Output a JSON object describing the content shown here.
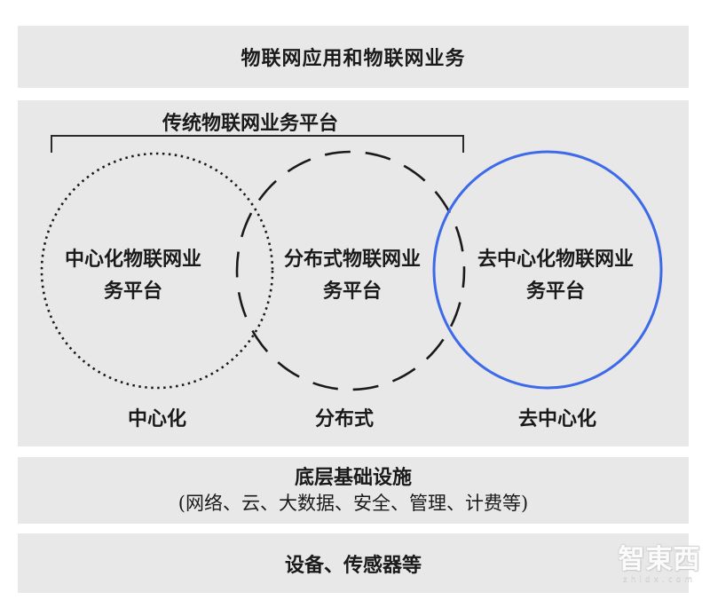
{
  "colors": {
    "page_bg": "#ffffff",
    "box_bg": "#e8e8e8",
    "ink": "#1a1a1a",
    "bracket": "#2a2a2a",
    "blue_circle": "#3d6ae8"
  },
  "top_bar": {
    "label": "物联网应用和物联网业务"
  },
  "venn": {
    "bracket_label": "传统物联网业务平台",
    "circles": [
      {
        "id": "centralized",
        "line1": "中心化物联网业",
        "line2": "务平台",
        "caption": "中心化",
        "stroke_style": "dotted",
        "stroke_color": "#1a1a1a"
      },
      {
        "id": "distributed",
        "line1": "分布式物联网业",
        "line2": "务平台",
        "caption": "分布式",
        "stroke_style": "dashed",
        "stroke_color": "#1a1a1a"
      },
      {
        "id": "decentralized",
        "line1": "去中心化物联网业",
        "line2": "务平台",
        "caption": "去中心化",
        "stroke_style": "solid",
        "stroke_color": "#3d6ae8"
      }
    ]
  },
  "infrastructure": {
    "title": "底层基础设施",
    "subtitle": "(网络、云、大数据、安全、管理、计费等)"
  },
  "devices": {
    "label": "设备、传感器等"
  },
  "watermark": {
    "logo": "智東西",
    "domain": "zhidx.com"
  }
}
